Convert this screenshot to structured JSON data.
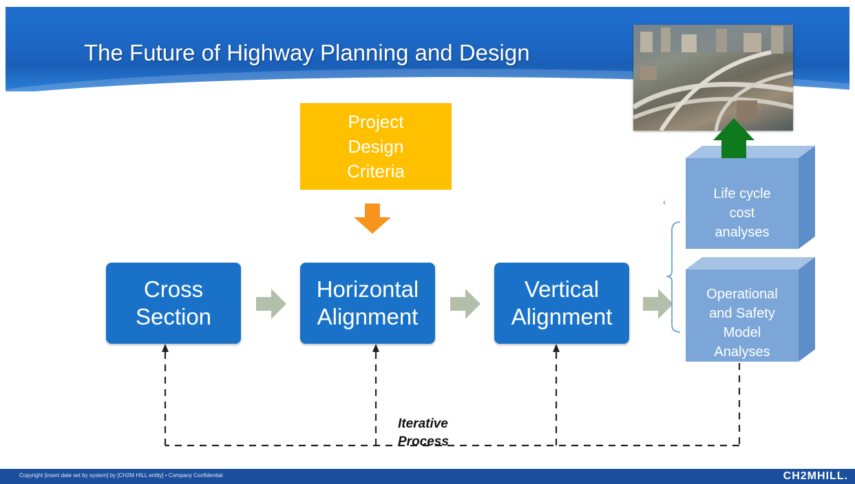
{
  "title": "The Future of Highway Planning and Design",
  "criteria": {
    "line1": "Project",
    "line2": "Design",
    "line3": "Criteria"
  },
  "steps": [
    {
      "line1": "Cross",
      "line2": "Section"
    },
    {
      "line1": "Horizontal",
      "line2": "Alignment"
    },
    {
      "line1": "Vertical",
      "line2": "Alignment"
    }
  ],
  "analyses": [
    {
      "line1": "Life cycle",
      "line2": "cost",
      "line3": "analyses"
    },
    {
      "line1": "Operational",
      "line2": "and Safety",
      "line3": "Model",
      "line4": "Analyses"
    }
  ],
  "loop_label": {
    "line1": "Iterative",
    "line2": "Process"
  },
  "footer": {
    "copyright": "Copyright [insert date set by system] by [CH2M HILL entity] • Company Confidential",
    "logo": "CH2MHILL."
  },
  "colors": {
    "banner": "#1c66c3",
    "criteria": "#ffc000",
    "down_arrow": "#f7941d",
    "process_box": "#1a72c8",
    "step_arrow": "#b2bfaa",
    "cube": "#7ca6d8",
    "up_arrow": "#0e7a1d"
  }
}
